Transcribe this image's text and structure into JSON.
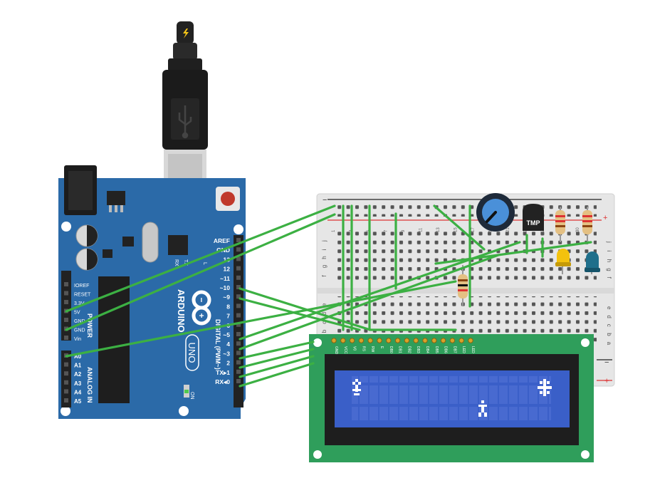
{
  "arduino": {
    "brand": "ARDUINO",
    "model": "UNO",
    "digital_header": "DIGITAL (PWM~)",
    "power_header": "POWER",
    "analog_header": "ANALOG IN",
    "on_label": "ON",
    "tx_label": "TX",
    "rx_label": "RX",
    "l_label": "L",
    "digital_pins": [
      "AREF",
      "GND",
      "13",
      "12",
      "~11",
      "~10",
      "~9",
      "8",
      "7",
      "~6",
      "~5",
      "4",
      "~3",
      "2",
      "TX▸1",
      "RX◂0"
    ],
    "power_pins": [
      "IOREF",
      "RESET",
      "3.3V",
      "5V",
      "GND",
      "GND",
      "Vin"
    ],
    "analog_pins": [
      "A0",
      "A1",
      "A2",
      "A3",
      "A4",
      "A5"
    ]
  },
  "usb": {
    "icon": "usb-icon",
    "plug_icon": "lightning-icon"
  },
  "breadboard": {
    "column_numbers": [
      "1",
      "3",
      "5",
      "7",
      "9",
      "11",
      "13",
      "15",
      "17",
      "19",
      "21",
      "23",
      "25",
      "27",
      "30"
    ],
    "row_letters_top": [
      "j",
      "i",
      "h",
      "g",
      "f"
    ],
    "row_letters_bottom": [
      "e",
      "d",
      "c",
      "b",
      "a"
    ],
    "rail_minus": "−",
    "rail_plus": "+"
  },
  "components": {
    "tmp_label": "TMP",
    "potentiometer": "potentiometer-icon",
    "led_yellow_color": "#f4c20d",
    "led_blue_color": "#1f6f8b"
  },
  "lcd": {
    "pin_labels": [
      "GND",
      "VCC",
      "V0",
      "RS",
      "RW",
      "E",
      "DB0",
      "DB1",
      "DB2",
      "DB3",
      "DB4",
      "DB5",
      "DB6",
      "DB7",
      "LED",
      "LED"
    ],
    "board_color": "#2f9e5b",
    "screen_color": "#3a5fc8"
  },
  "colors": {
    "wire": "#3cb043",
    "arduino_board": "#2b6aa8",
    "breadboard": "#ececec"
  }
}
